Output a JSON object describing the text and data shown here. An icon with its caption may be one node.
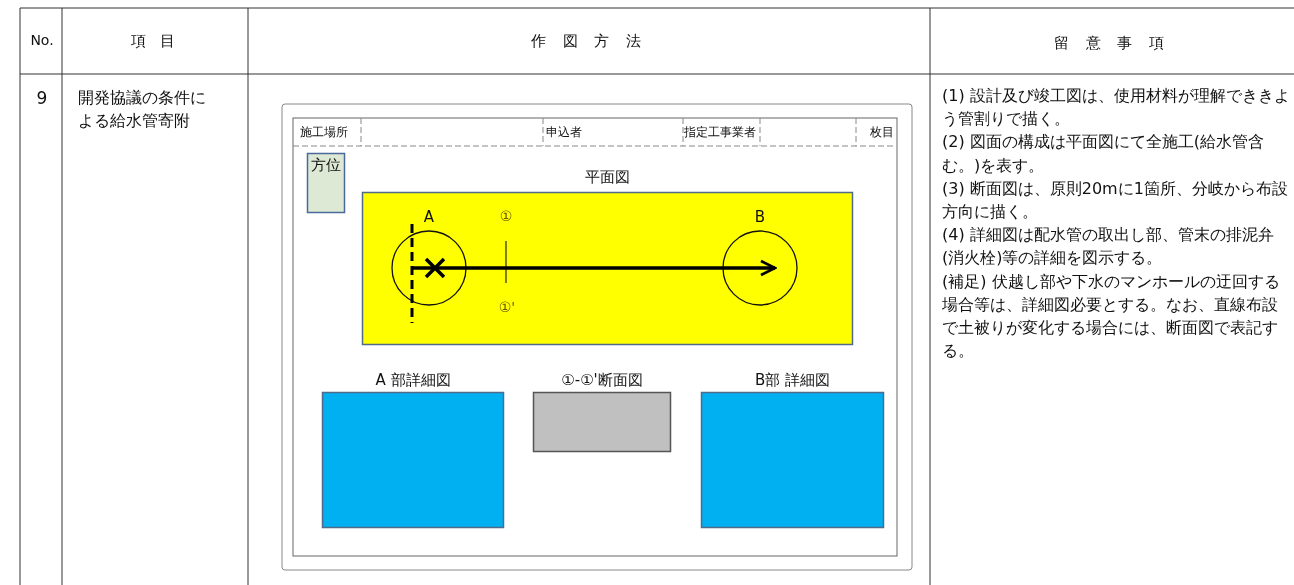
{
  "diagram": {
    "nodes": [
      {
        "text": [
          "方位"
        ]
      },
      {
        "text": [
          "平面図"
        ]
      },
      {
        "text": [
          "A"
        ],
        "in": 1
      },
      {
        "text": [
          "B"
        ],
        "in": 1
      },
      {
        "text": [
          "A 部詳細図"
        ]
      },
      {
        "text": [
          "①-①'断面図"
        ]
      },
      {
        "text": [
          "B部 詳細図"
        ]
      }
    ],
    "edges": [
      {
        "from": 2,
        "to": 3,
        "arrow": "to"
      }
    ],
    "labels": [
      "No.",
      "項 目",
      "作 図 方 法",
      "留 意 事 項",
      "9",
      "開発協議の条件による給水管寄附",
      "施工場所",
      "申込者",
      "指定工事業者",
      "枚目",
      "①",
      "①'",
      "(1) 設計及び竣工図は、使用材料が理解でききよう管割りで描く。",
      "(2) 図面の構成は平面図にて全施工(給水管含む。)を表す。",
      "(3) 断面図は、原則20mに1箇所、分岐から布設方向に描く。",
      "(4) 詳細図は配水管の取出し部、管末の排泥弁(消火栓)等の詳細を図示する。",
      "(補足) 伏越し部や下水のマンホールの迂回する場合等は、詳細図必要とする。なお、直線布設で土被りが変化する場合には、断面図で表記する。"
    ]
  }
}
